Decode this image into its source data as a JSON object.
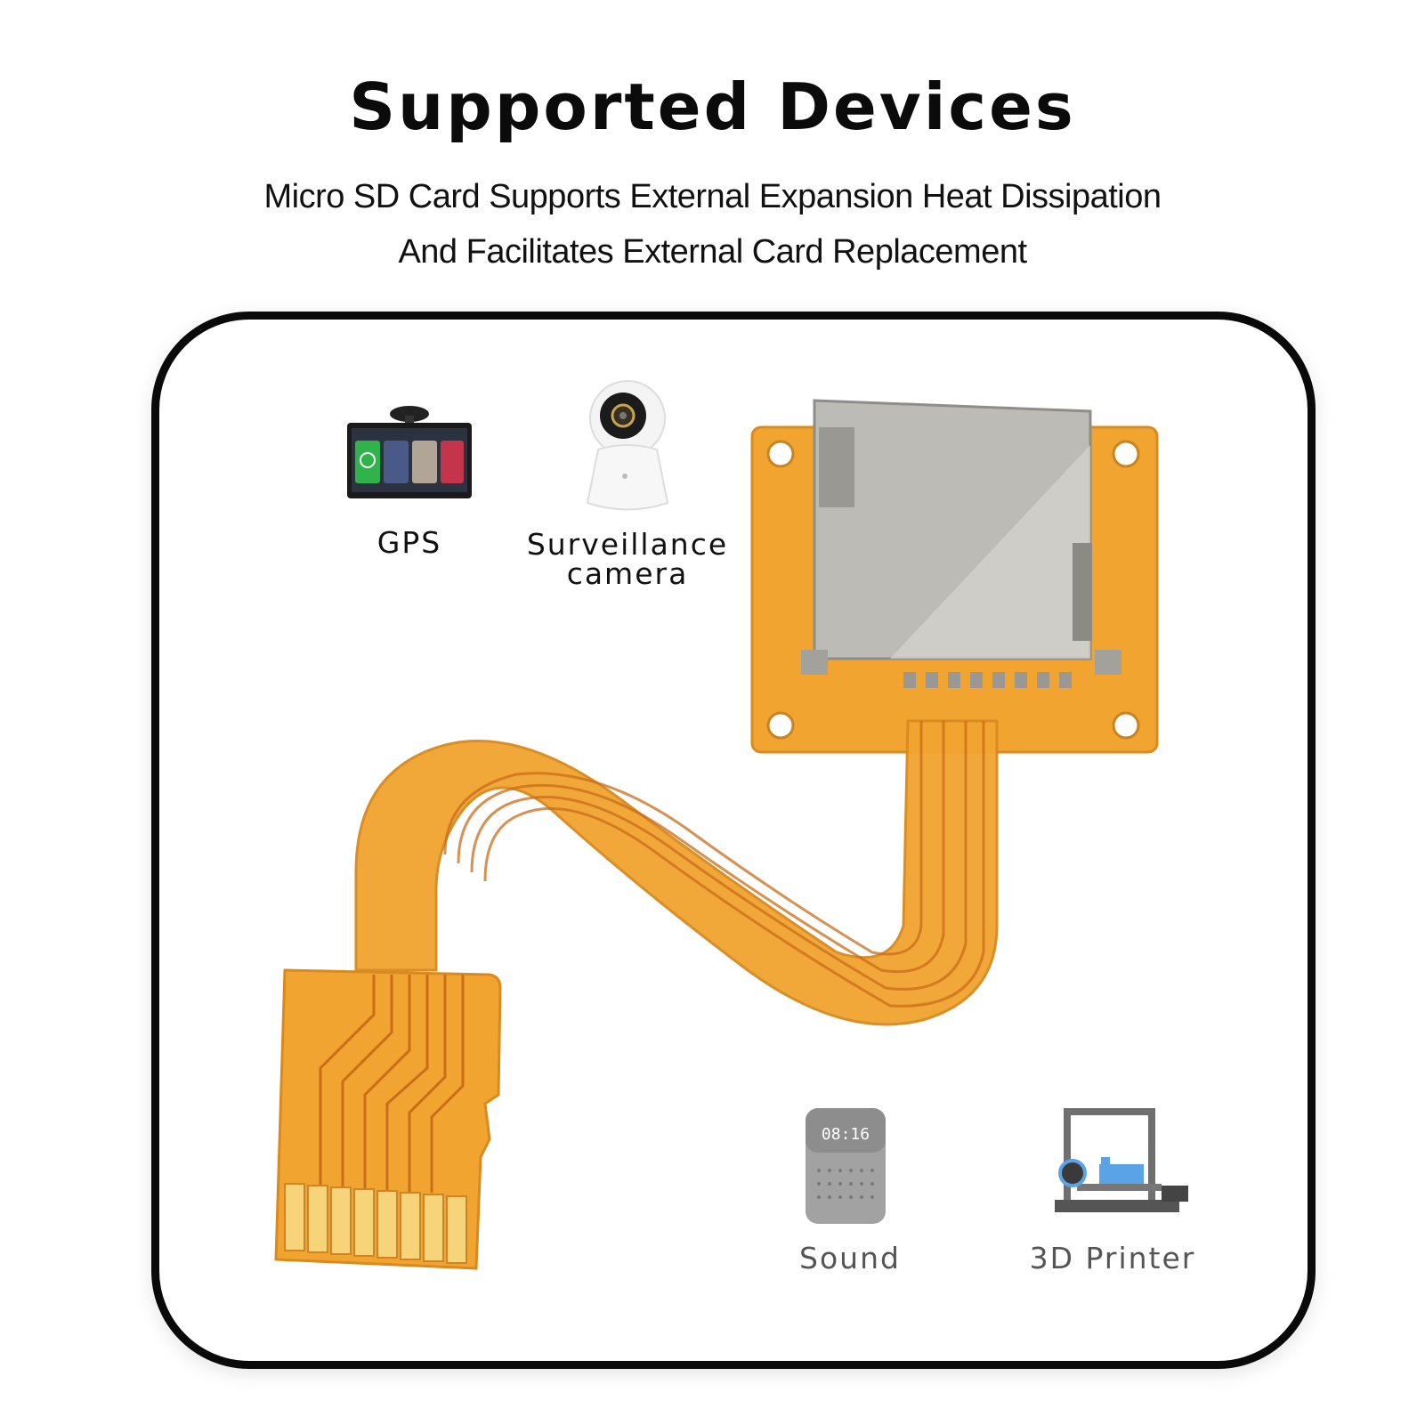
{
  "header": {
    "title": "Supported Devices",
    "subtitle_line1": "Micro SD  Card Supports External Expansion Heat Dissipation",
    "subtitle_line2": "And Facilitates External Card Replacement"
  },
  "devices": [
    {
      "label": "GPS",
      "icon": "gps-navigator-icon"
    },
    {
      "label_line1": "Surveillance",
      "label_line2": "camera",
      "icon": "security-camera-icon"
    },
    {
      "label": "Sound",
      "icon": "smart-speaker-icon",
      "display_text": "08:16"
    },
    {
      "label": "3D Printer",
      "icon": "3d-printer-icon"
    }
  ],
  "colors": {
    "flex_cable": "#f2a431",
    "flex_trace": "#c96d1a",
    "metal_slot": "#bdbbb6",
    "frame_border": "#0a0a0a"
  }
}
